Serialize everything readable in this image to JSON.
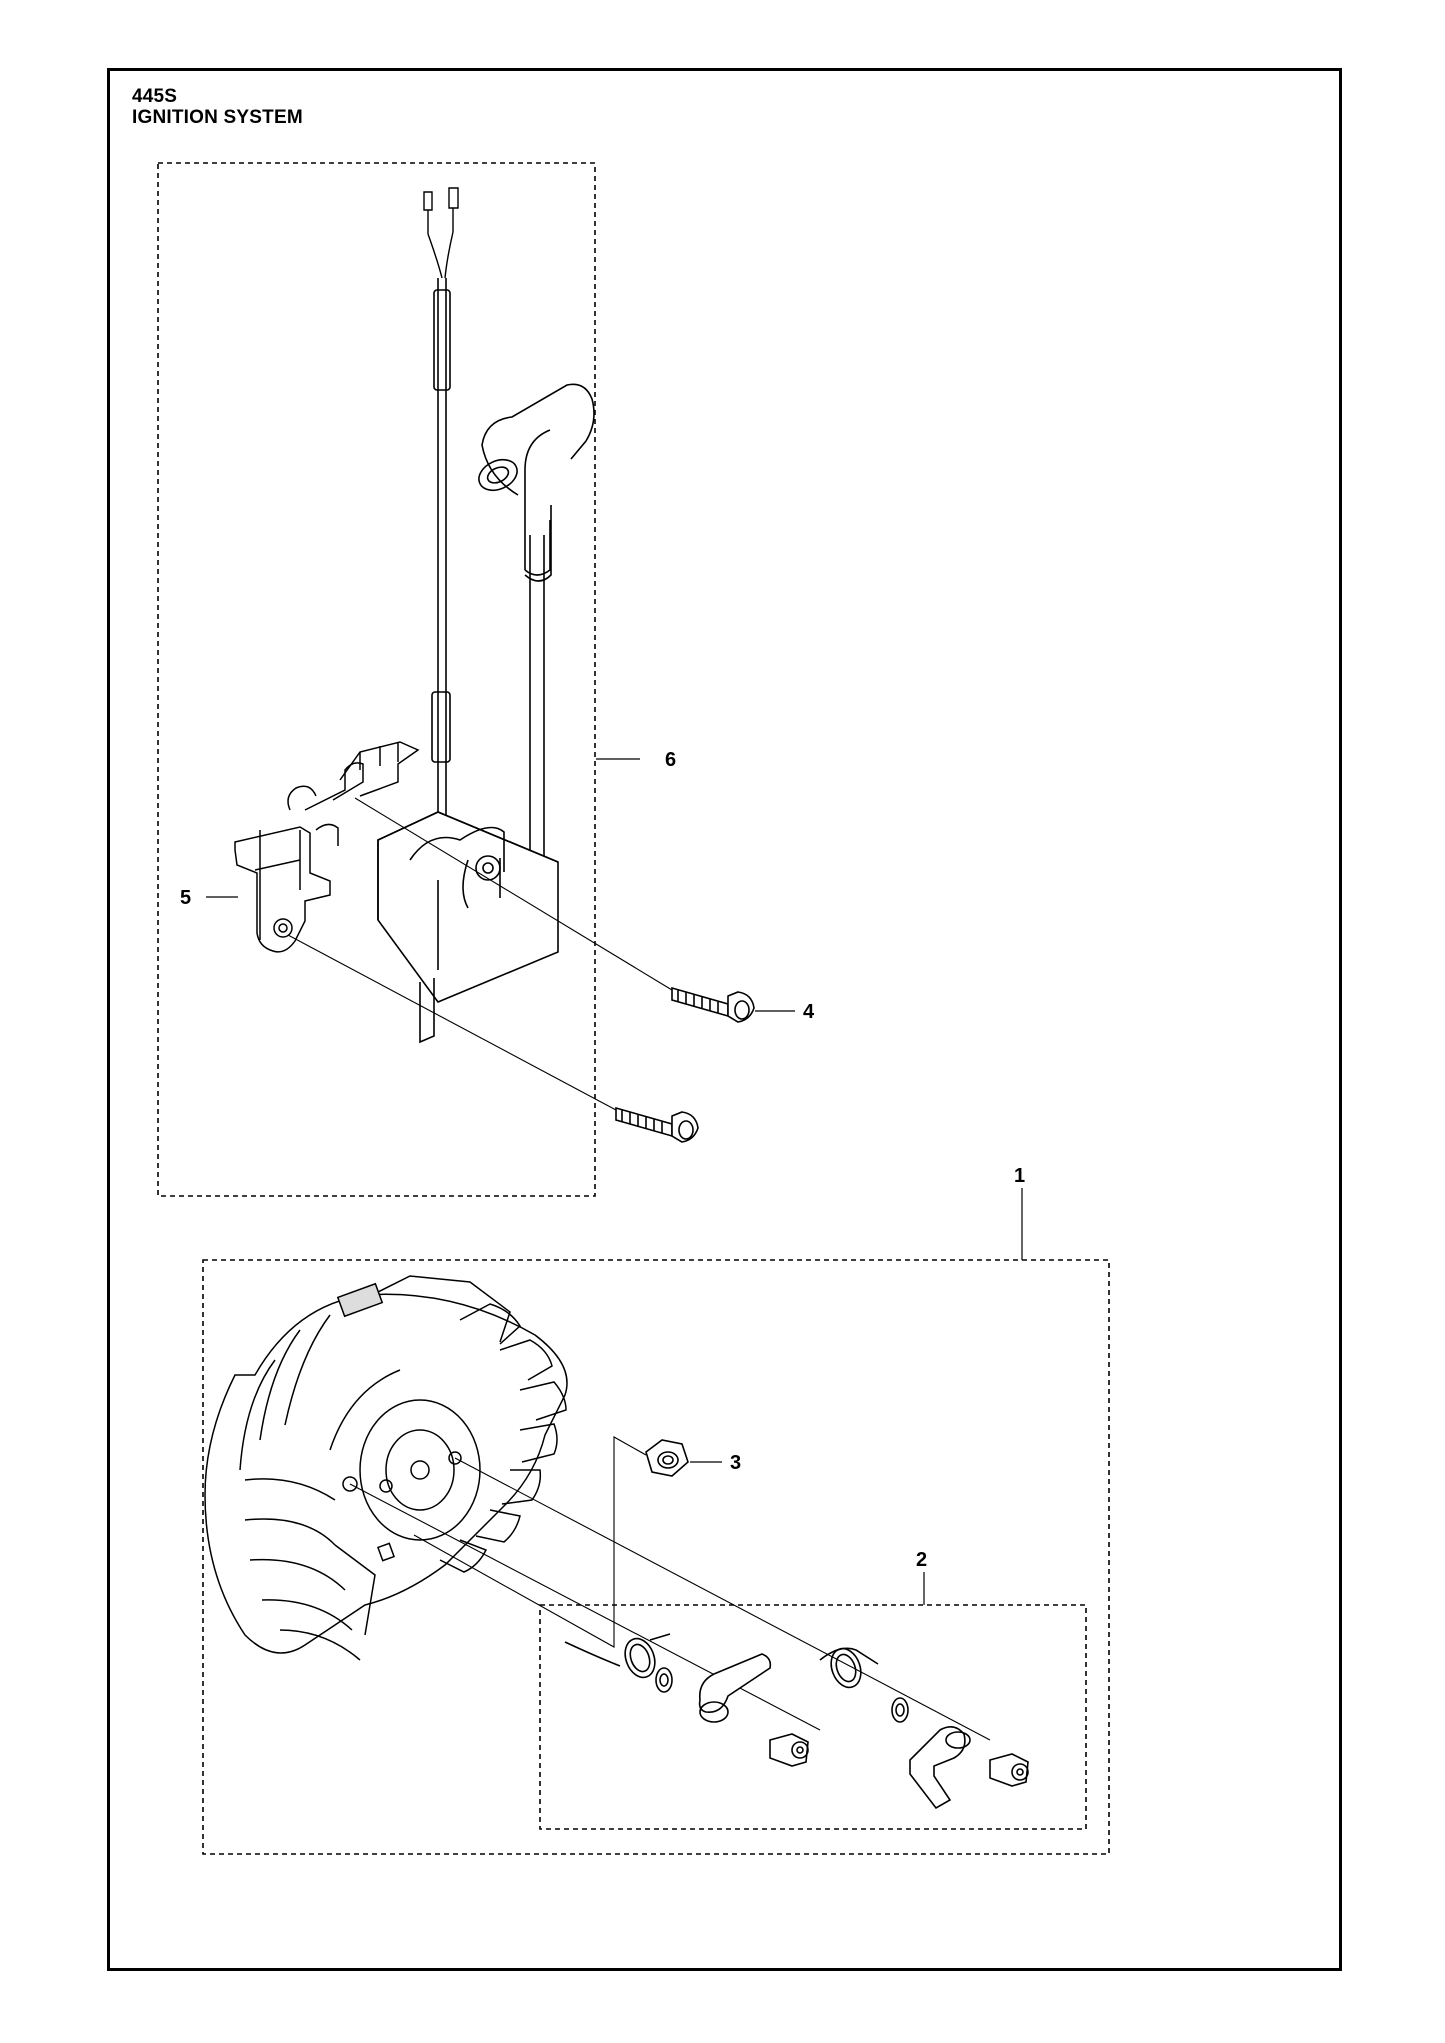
{
  "header": {
    "model": "445S",
    "section_title": "IGNITION SYSTEM"
  },
  "callouts": [
    {
      "id": "1",
      "label": "1"
    },
    {
      "id": "2",
      "label": "2"
    },
    {
      "id": "3",
      "label": "3"
    },
    {
      "id": "4",
      "label": "4"
    },
    {
      "id": "5",
      "label": "5"
    },
    {
      "id": "6",
      "label": "6"
    }
  ],
  "colors": {
    "line": "#000000",
    "part_fill": "#ffffff",
    "part_shade": "#d9d9d9"
  }
}
